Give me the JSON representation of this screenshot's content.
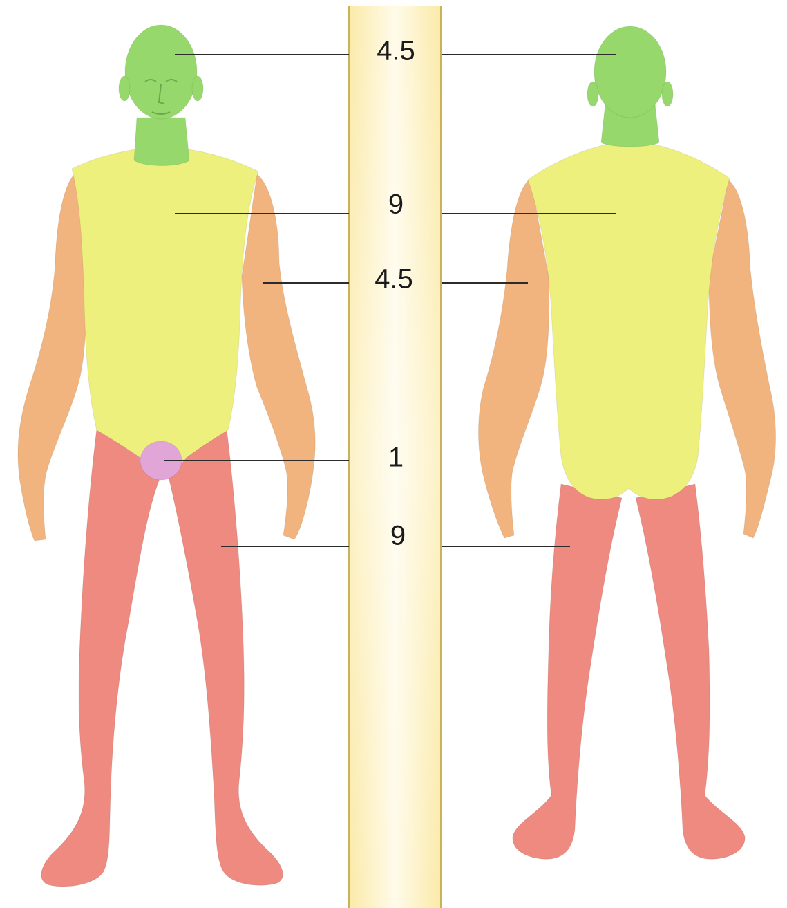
{
  "colors": {
    "head": "#97d86c",
    "trunk": "#eef07e",
    "arm": "#f2b47e",
    "groin": "#e2a5d8",
    "leg": "#ee8a80",
    "center_band": "#fdf4cf",
    "band_border": "#c9b25a",
    "leader_line": "#2b2b2b"
  },
  "regions": {
    "head": {
      "value": "4.5"
    },
    "trunk": {
      "value": "9"
    },
    "arm": {
      "value": "4.5"
    },
    "groin": {
      "value": "1"
    },
    "leg": {
      "value": "9"
    }
  }
}
